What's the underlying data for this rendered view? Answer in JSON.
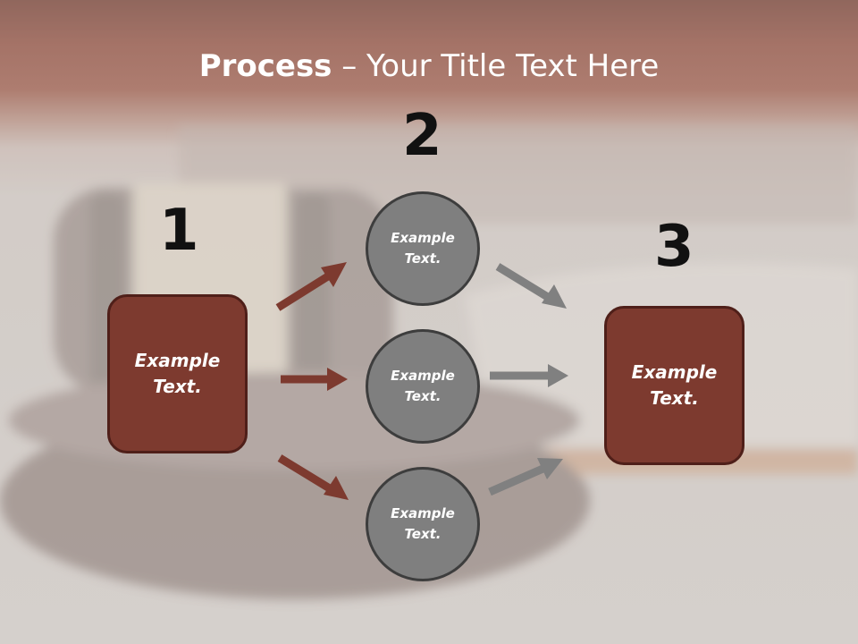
{
  "title": {
    "bold": "Process",
    "rest": " – Your Title Text Here"
  },
  "steps": [
    "1",
    "2",
    "3"
  ],
  "boxes": {
    "left": {
      "line1": "Example",
      "line2": "Text."
    },
    "right": {
      "line1": "Example",
      "line2": "Text."
    }
  },
  "circles": [
    {
      "line1": "Example",
      "line2": "Text."
    },
    {
      "line1": "Example",
      "line2": "Text."
    },
    {
      "line1": "Example",
      "line2": "Text."
    }
  ],
  "colors": {
    "box_fill": "#7d3a2f",
    "box_border": "#4f1f19",
    "circle_fill": "#7f7f7f",
    "arrow_left": "#7d3a2f",
    "arrow_right": "#808080"
  }
}
